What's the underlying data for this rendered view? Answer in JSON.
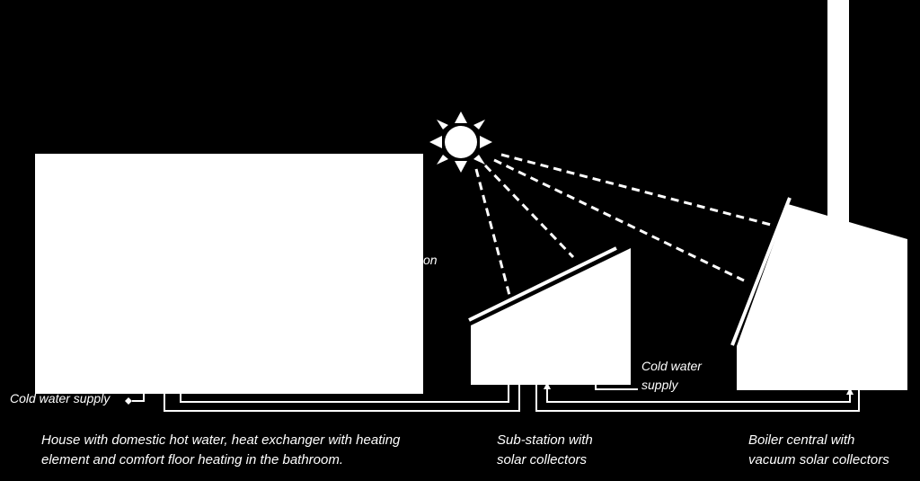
{
  "labels": {
    "house_caption_line1": "House with domestic hot water, heat exchanger with heating",
    "house_caption_line2": "element and comfort floor heating in the bathroom.",
    "substation_caption_line1": "Sub-station with",
    "substation_caption_line2": "solar collectors",
    "boiler_caption_line1": "Boiler central with",
    "boiler_caption_line2": "vacuum solar collectors",
    "cold_water_house": "Cold water supply",
    "cold_water_substation_line1": "Cold water",
    "cold_water_substation_line2": "supply",
    "clipped_text": "on"
  },
  "icons": {
    "sun": "sun-icon"
  },
  "colors": {
    "background": "#000000",
    "foreground": "#ffffff"
  }
}
